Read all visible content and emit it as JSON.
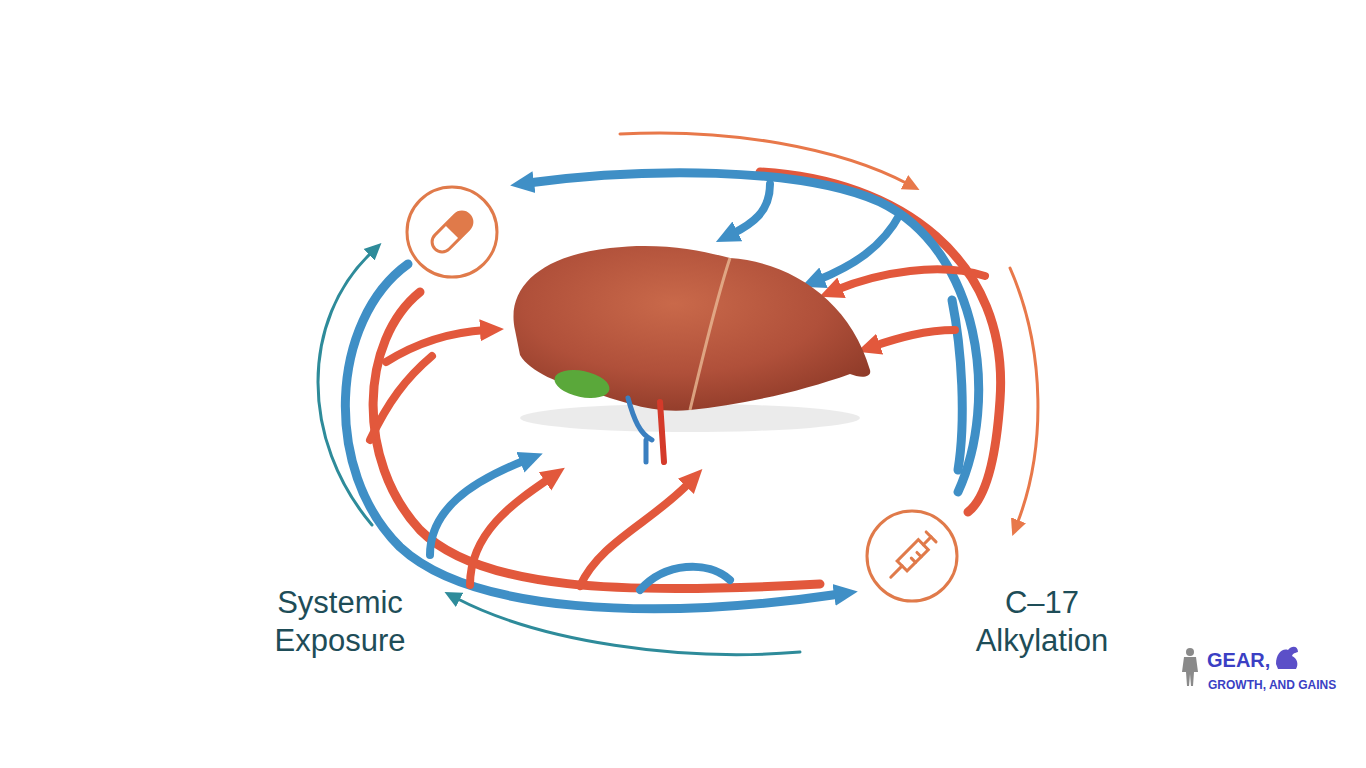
{
  "diagram": {
    "labels": [
      "Systemic Exposure",
      "C–17 Alkylation",
      "GEAR,",
      "GROWTH, AND GAINS"
    ]
  }
}
